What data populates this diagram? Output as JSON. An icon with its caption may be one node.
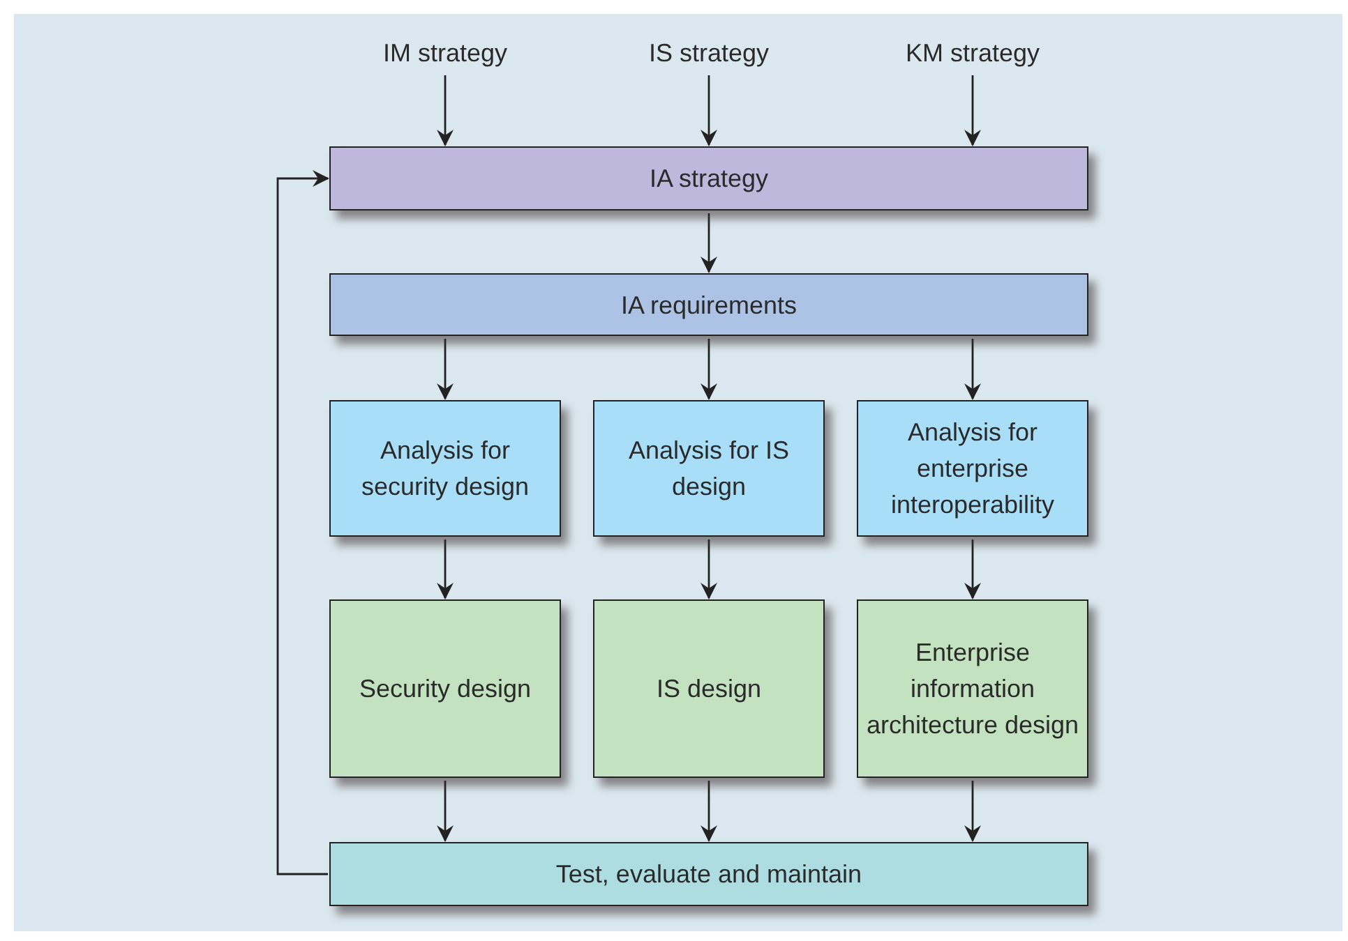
{
  "diagram": {
    "nodes": [
      {
        "text": [
          "IM strategy"
        ]
      },
      {
        "text": [
          "IS strategy"
        ]
      },
      {
        "text": [
          "KM strategy"
        ]
      },
      {
        "text": [
          "IA strategy"
        ]
      },
      {
        "text": [
          "IA requirements"
        ]
      },
      {
        "text": [
          "Analysis for security design"
        ]
      },
      {
        "text": [
          "Analysis for IS design"
        ]
      },
      {
        "text": [
          "Analysis for enterprise interoperability"
        ]
      },
      {
        "text": [
          "Security design"
        ]
      },
      {
        "text": [
          "IS design"
        ]
      },
      {
        "text": [
          "Enterprise information architecture design"
        ]
      },
      {
        "text": [
          "Test, evaluate and maintain"
        ]
      }
    ],
    "edges": [
      {
        "from": 0,
        "to": 3,
        "arrow": "to"
      },
      {
        "from": 1,
        "to": 3,
        "arrow": "to"
      },
      {
        "from": 2,
        "to": 3,
        "arrow": "to"
      },
      {
        "from": 3,
        "to": 4,
        "arrow": "to"
      },
      {
        "from": 4,
        "to": 5,
        "arrow": "to"
      },
      {
        "from": 4,
        "to": 6,
        "arrow": "to"
      },
      {
        "from": 4,
        "to": 7,
        "arrow": "to"
      },
      {
        "from": 5,
        "to": 8,
        "arrow": "to"
      },
      {
        "from": 6,
        "to": 9,
        "arrow": "to"
      },
      {
        "from": 7,
        "to": 10,
        "arrow": "to"
      },
      {
        "from": 8,
        "to": 11,
        "arrow": "to"
      },
      {
        "from": 9,
        "to": 11,
        "arrow": "to"
      },
      {
        "from": 10,
        "to": 11,
        "arrow": "to"
      },
      {
        "from": 11,
        "to": 3,
        "arrow": "to"
      }
    ]
  }
}
